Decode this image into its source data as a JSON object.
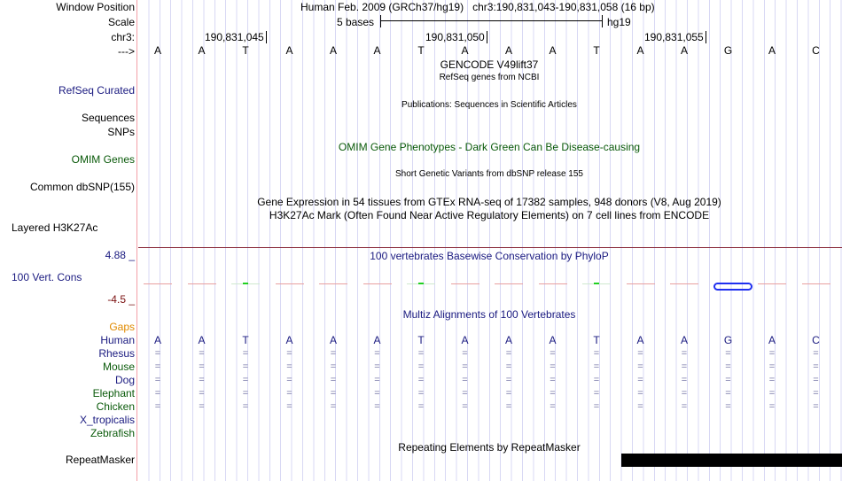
{
  "labels": {
    "window": "Window Position",
    "scale": "Scale",
    "chr": "chr3:",
    "strand": "--->",
    "refseq": "RefSeq Curated",
    "seqs": "Sequences",
    "snps": "SNPs",
    "omim": "OMIM Genes",
    "dbsnp": "Common dbSNP(155)",
    "h3k": "Layered H3K27Ac",
    "cons_max": "4.88 _",
    "cons": "100 Vert. Cons",
    "cons_min": "-4.5 _",
    "gaps": "Gaps",
    "repeat": "RepeatMasker"
  },
  "species": [
    {
      "name": "Human",
      "color": "navy"
    },
    {
      "name": "Rhesus",
      "color": "navy"
    },
    {
      "name": "Mouse",
      "color": "green"
    },
    {
      "name": "Dog",
      "color": "navy"
    },
    {
      "name": "Elephant",
      "color": "green"
    },
    {
      "name": "Chicken",
      "color": "green"
    },
    {
      "name": "X_tropicalis",
      "color": "navy"
    },
    {
      "name": "Zebrafish",
      "color": "green"
    }
  ],
  "header": {
    "assembly": "Human Feb. 2009 (GRCh37/hg19)",
    "position": "chr3:190,831,043-190,831,058 (16 bp)",
    "scale_label": "5 bases",
    "scale_db": "hg19",
    "ticks": [
      "190,831,045",
      "190,831,050",
      "190,831,055"
    ]
  },
  "bases": [
    "A",
    "A",
    "T",
    "A",
    "A",
    "A",
    "T",
    "A",
    "A",
    "A",
    "T",
    "A",
    "A",
    "G",
    "A",
    "C"
  ],
  "tracks": {
    "gencode": "GENCODE V49lift37",
    "refseq": "RefSeq genes from NCBI",
    "pubs": "Publications: Sequences in Scientific Articles",
    "omim": "OMIM Gene Phenotypes - Dark Green Can Be Disease-causing",
    "dbsnp": "Short Genetic Variants from dbSNP release 155",
    "gtex": "Gene Expression in 54 tissues from GTEx RNA-seq of 17382 samples, 948 donors (V8, Aug 2019)",
    "h3k": "H3K27Ac Mark (Often Found Near Active Regulatory Elements) on 7 cell lines from ENCODE",
    "phylop": "100 vertebrates Basewise Conservation by PhyloP",
    "multiz": "Multiz Alignments of 100 Vertebrates",
    "rmsk": "Repeating Elements by RepeatMasker"
  },
  "aligned_species_count": 6,
  "align_char": "=",
  "colors": {
    "navy": "#1a1a80",
    "green": "#0a5a0a",
    "repeat": "#000000"
  }
}
